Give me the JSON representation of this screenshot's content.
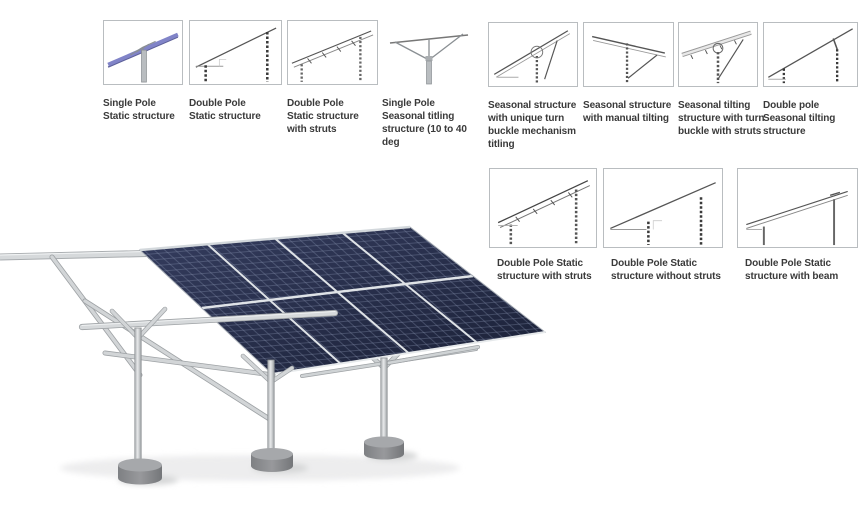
{
  "colors": {
    "background": "#ffffff",
    "text": "#3a3a3a",
    "box_border": "#b9bdc0",
    "panel": "#232a44",
    "panel_grid": "#dfe3e7",
    "frame": "#d2d5d7",
    "base": "#8b8d90",
    "accent_beam": "#8184c8"
  },
  "catalog": {
    "items": [
      {
        "id": "single-pole-static",
        "label": "Single Pole\nStatic structure"
      },
      {
        "id": "double-pole-static",
        "label": "Double Pole\nStatic structure"
      },
      {
        "id": "double-pole-static-struts",
        "label": "Double Pole\nStatic structure\nwith struts"
      },
      {
        "id": "single-pole-seasonal-tilting",
        "label": "Single Pole\nSeasonal titling\nstructure (10 to 40\ndeg"
      },
      {
        "id": "seasonal-turn-buckle",
        "label": "Seasonal structure\nwith unique turn\nbuckle mechanism\ntitling"
      },
      {
        "id": "seasonal-manual-tilting",
        "label": "Seasonal structure\nwith manual tilting"
      },
      {
        "id": "seasonal-turn-buckle-struts",
        "label": "Seasonal tilting\nstructure with turn\nbuckle with struts"
      },
      {
        "id": "double-pole-seasonal-tilting",
        "label": "Double pole\nSeasonal tilting\nstructure"
      },
      {
        "id": "double-pole-static-with-struts",
        "label": "Double Pole Static\nstructure with struts"
      },
      {
        "id": "double-pole-static-no-struts",
        "label": "Double Pole Static\nstructure without struts"
      },
      {
        "id": "double-pole-static-with-beam",
        "label": "Double Pole Static\nstructure with beam"
      }
    ]
  },
  "hero": {
    "image": "solar-ground-mount-3d-render"
  }
}
